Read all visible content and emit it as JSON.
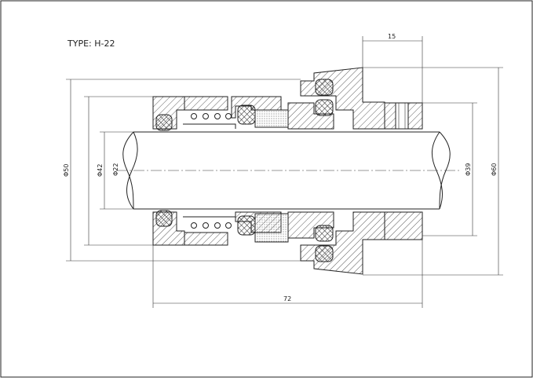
{
  "drawing": {
    "type_label": "TYPE: H-22"
  },
  "dimensions": {
    "length": "72",
    "gland_width": "15",
    "d50": "Φ50",
    "d42": "Φ42",
    "d22": "Φ22",
    "d39": "Φ39",
    "d60": "Φ60"
  }
}
